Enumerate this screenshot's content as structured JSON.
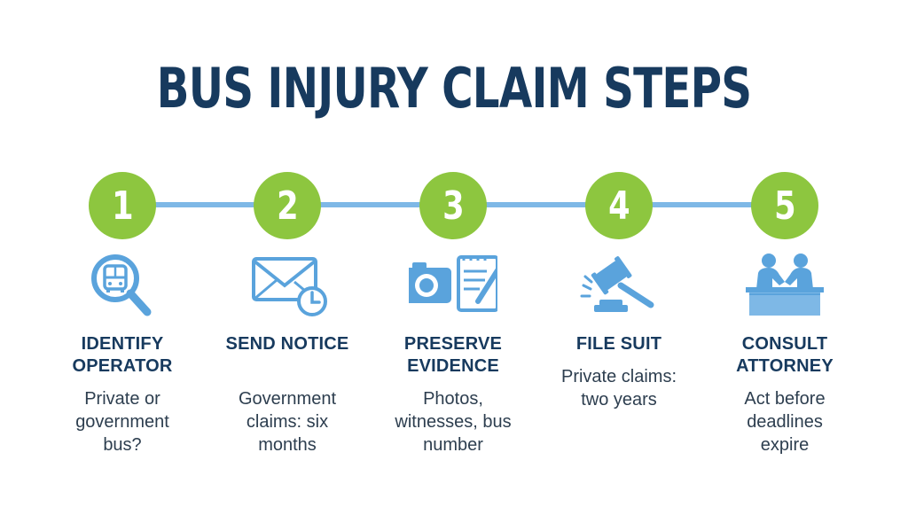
{
  "title": "BUS INJURY CLAIM STEPS",
  "colors": {
    "title": "#173a5e",
    "step_circle": "#8dc63f",
    "timeline": "#7eb8e6",
    "icon": "#5aa3dc"
  },
  "steps": [
    {
      "number": "1",
      "icon": "bus-magnifier-icon",
      "title_line1": "IDENTIFY",
      "title_line2": "OPERATOR",
      "desc_line1": "Private or",
      "desc_line2": "government",
      "desc_line3": "bus?"
    },
    {
      "number": "2",
      "icon": "envelope-clock-icon",
      "title_line1": "SEND NOTICE",
      "title_line2": "",
      "desc_line1": "Government",
      "desc_line2": "claims: six",
      "desc_line3": "months"
    },
    {
      "number": "3",
      "icon": "camera-notepad-icon",
      "title_line1": "PRESERVE",
      "title_line2": "EVIDENCE",
      "desc_line1": "Photos,",
      "desc_line2": "witnesses, bus",
      "desc_line3": "number"
    },
    {
      "number": "4",
      "icon": "gavel-icon",
      "title_line1": "FILE SUIT",
      "title_line2": "",
      "desc_line1": "Private claims:",
      "desc_line2": "two years",
      "desc_line3": ""
    },
    {
      "number": "5",
      "icon": "handshake-desk-icon",
      "title_line1": "CONSULT",
      "title_line2": "ATTORNEY",
      "desc_line1": "Act before",
      "desc_line2": "deadlines",
      "desc_line3": "expire"
    }
  ]
}
